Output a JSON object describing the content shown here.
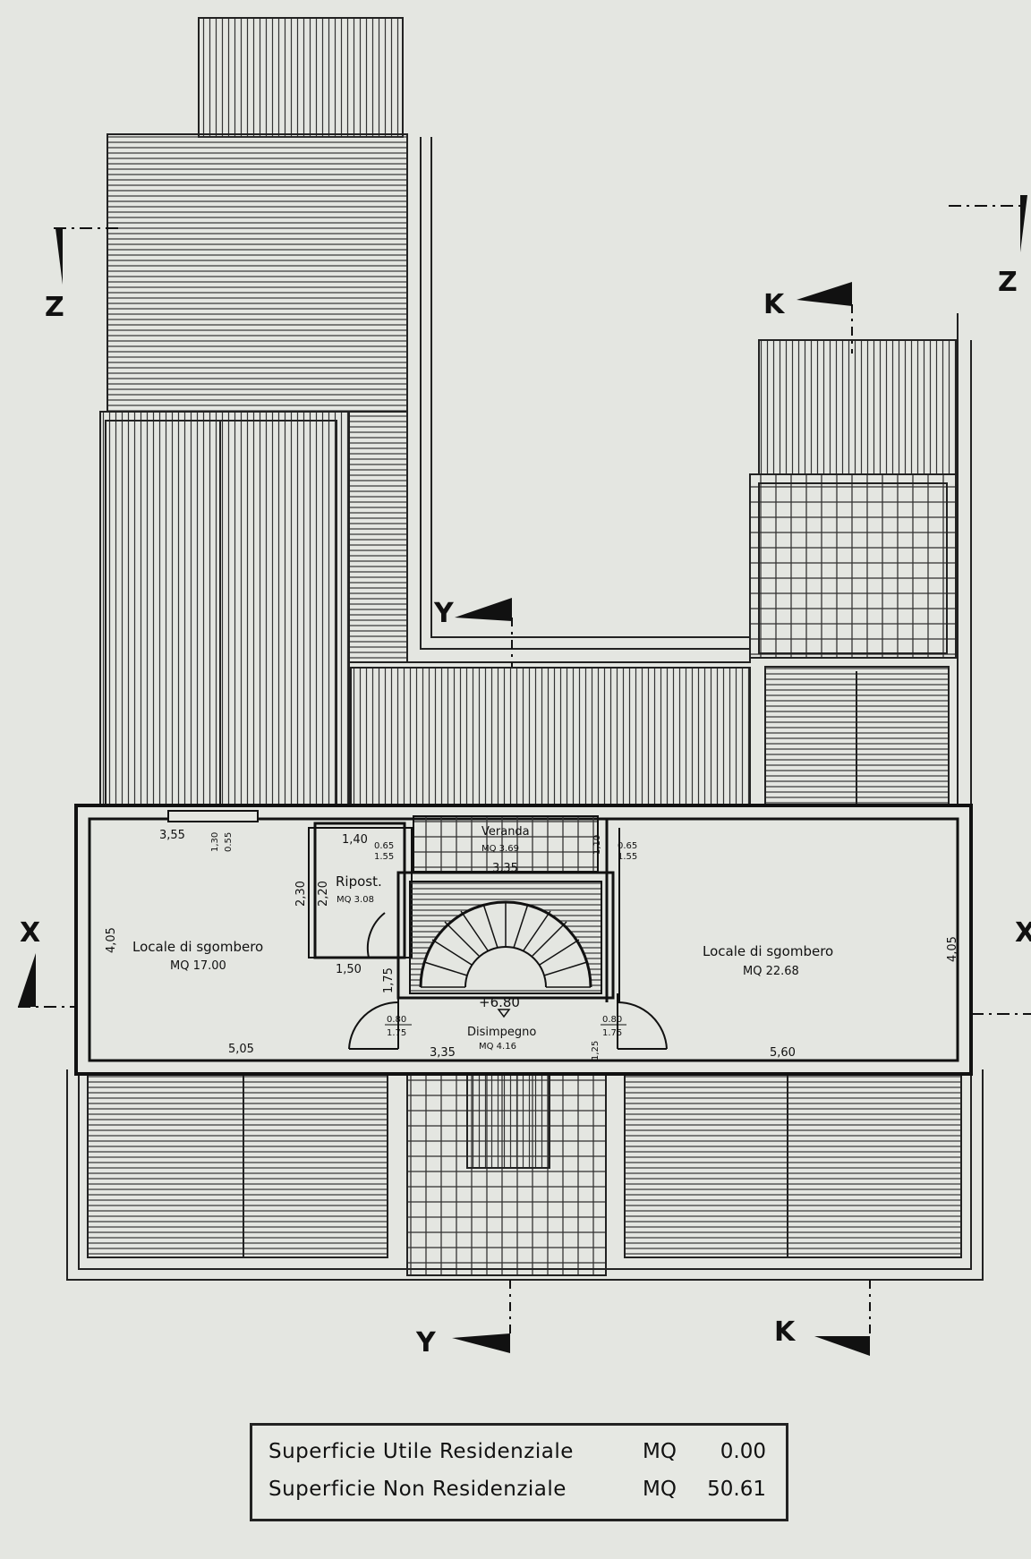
{
  "sections": {
    "z": "Z",
    "k": "K",
    "y": "Y",
    "x": "X"
  },
  "rooms": {
    "locale_left": {
      "name": "Locale di sgombero",
      "area": "MQ 17.00"
    },
    "locale_right": {
      "name": "Locale di sgombero",
      "area": "MQ 22.68"
    },
    "ripost": {
      "name": "Ripost.",
      "area": "MQ 3.08"
    },
    "veranda": {
      "name": "Veranda",
      "area": "MQ 3.69"
    },
    "disimpegno": {
      "name": "Disimpegno",
      "area": "MQ 4.16"
    }
  },
  "level": "+6.80",
  "dimensions": {
    "d355": "3,55",
    "d130": "1,30",
    "d055": "0.55",
    "d140": "1,40",
    "d065a": "0.65",
    "d155a": "1.55",
    "d335top": "3,35",
    "d110": "1,10",
    "d065b": "0.65",
    "d155b": "1.55",
    "d230": "2,30",
    "d220": "2,20",
    "d405l": "4,05",
    "d150": "1,50",
    "d175": "1,75",
    "d080a": "0.80",
    "d175a": "1.75",
    "d080b": "0.80",
    "d175b": "1.75",
    "d125": "1,25",
    "d505": "5,05",
    "d335bot": "3,35",
    "d560": "5,60",
    "d405r": "4,05"
  },
  "summary": {
    "rows": [
      {
        "label": "Superficie Utile Residenziale",
        "unit": "MQ",
        "value": "0.00"
      },
      {
        "label": "Superficie Non Residenziale",
        "unit": "MQ",
        "value": "50.61"
      }
    ]
  }
}
